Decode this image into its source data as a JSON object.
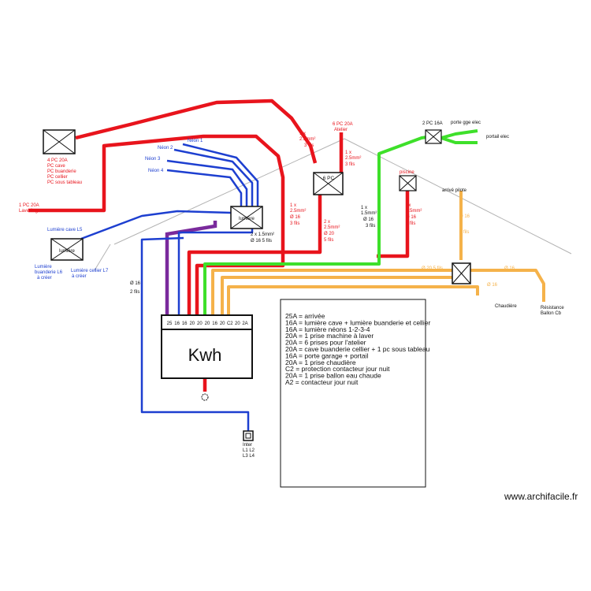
{
  "meter": {
    "label": "Kwh"
  },
  "breakers": [
    "25",
    "16",
    "16",
    "20",
    "20",
    "20",
    "16",
    "20",
    "C2",
    "20",
    "2A"
  ],
  "legend": [
    "25A  = arrivée",
    "16A  = lumière cave + lumière buanderie et cellier",
    "16A  = lumière néons 1-2-3-4",
    "20A  = 1 prise machine à laver",
    "20A  = 6 prises pour l'atelier",
    "20A  =  cave buanderie cellier + 1 pc sous tableau",
    "16A  = porte garage + portail",
    "20A  = 1 prise chaudière",
    "C2  = protection contacteur jour nuit",
    "20A  = 1 prise ballon eau chaude",
    "A2  = contacteur jour nuit"
  ],
  "boxes": {
    "lumiere": "lumière",
    "six_pc": "6 PC",
    "lumiere_box2": "lumière"
  },
  "labels": {
    "cave_group": [
      "4 PC 20A",
      "PC cave",
      "PC buanderie",
      "PC cellier",
      "PC sous tableau"
    ],
    "lave_linge": [
      "1 PC 20A",
      "Lave linge"
    ],
    "neon1": "Néon 1",
    "neon2": "Néon 2",
    "neon3": "Néon 3",
    "neon4": "Néon 4",
    "lumiere_cave": "Lumière cave L5",
    "lumiere_buanderie": [
      "Lumière",
      "buanderie L6",
      "à créer"
    ],
    "lumiere_cellier": [
      "Lumière cellier L7",
      "à créer"
    ],
    "atelier": [
      "6 PC 20A",
      "Atelier"
    ],
    "atelier_cable_1": [
      "1 x",
      "2.5mm²",
      "3 fils"
    ],
    "atelier_cable_2": [
      "1 x",
      "2.5mm²",
      "3 fils"
    ],
    "red_vertical": [
      "1 x",
      "2.5mm²",
      "Ø 16",
      "3 fils"
    ],
    "red_vertical_2": [
      "2 x",
      "2.5mm²",
      "Ø 20",
      "5 fils"
    ],
    "lum_cable": [
      "2 x 1.5mm²",
      "Ø 16  5 fils"
    ],
    "prise_cable": [
      "1 x",
      "1.5mm²",
      "Ø 16",
      "3 fils"
    ],
    "green_cable": [
      "1x",
      "2.5mm²",
      "Ø 16",
      "3 fils"
    ],
    "porte_group": "2 PC 16A",
    "porte_gge": "porte gge elec",
    "portail": "portail elec",
    "piscine": "piscine",
    "arrivee_pilote": "arrivé pilote",
    "orange_16": "Ø 16",
    "orange_2fils": "2 fils",
    "orange_20": "Ø 20  5 fils",
    "orange_16_b": "Ø 16",
    "orange_16_c": "Ø 16",
    "chaudiere": "Chaudière",
    "resistance": [
      "Résistance",
      "Ballon  Cb"
    ],
    "blue_16": "Ø 16",
    "blue_2fils": "2 fils",
    "inter": [
      "Inter",
      "L1  L2",
      "L3  L4"
    ]
  },
  "watermark": "www.archifacile.fr",
  "colors": {
    "red": "#e8141c",
    "blue": "#1d3fd0",
    "green": "#3ee02a",
    "orange": "#f5b24a",
    "purple": "#7a2a9c",
    "roof": "#b3b3b3"
  }
}
